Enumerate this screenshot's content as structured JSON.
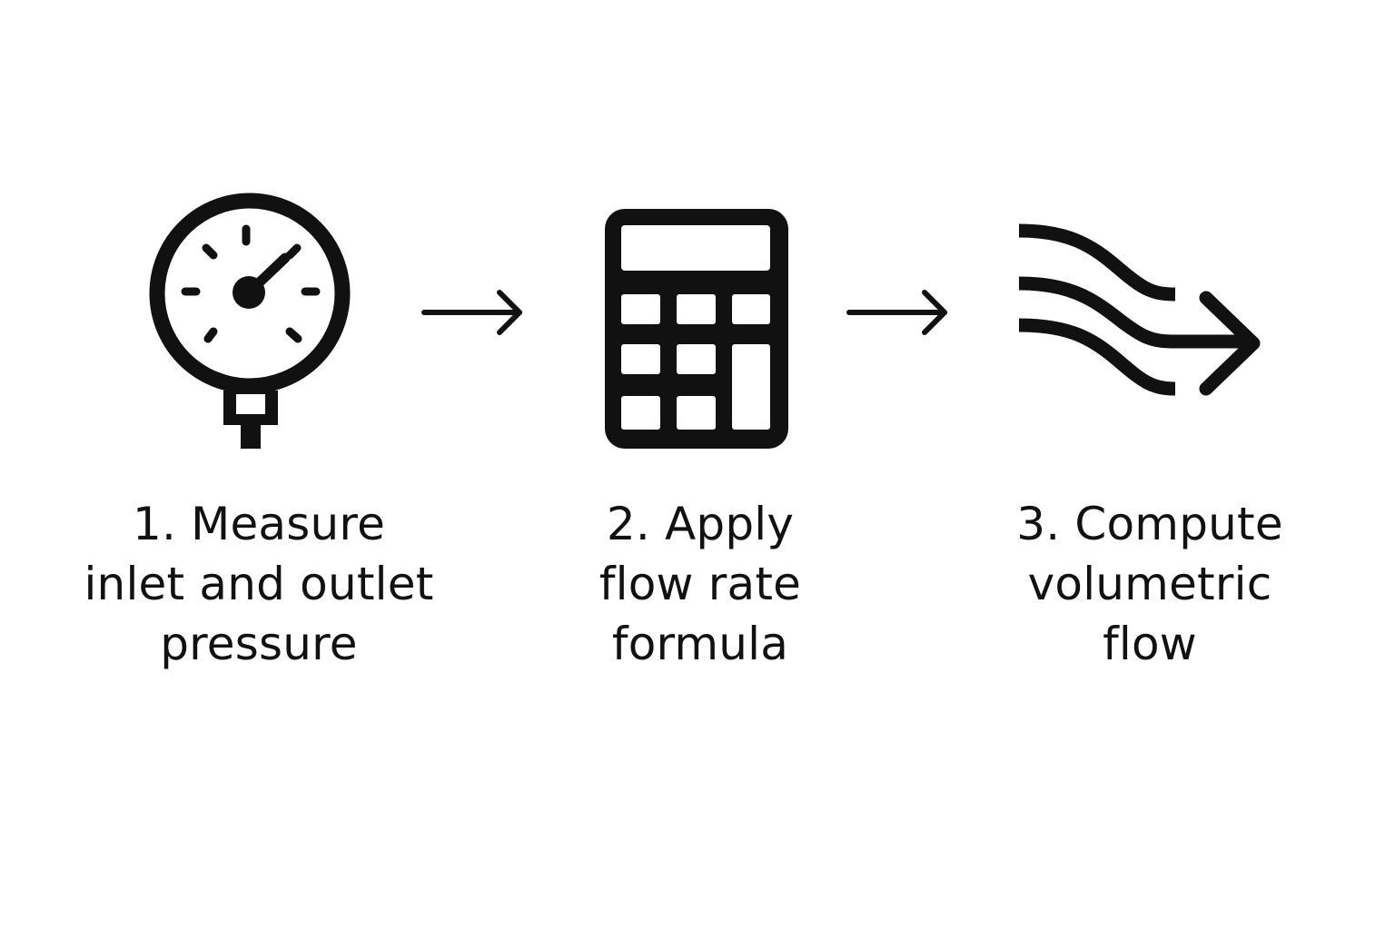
{
  "steps": [
    {
      "icon": "pressure-gauge-icon",
      "lines": [
        "1. Measure",
        "inlet and outlet",
        "pressure"
      ]
    },
    {
      "icon": "calculator-icon",
      "lines": [
        "2. Apply",
        "flow rate",
        "formula"
      ]
    },
    {
      "icon": "flow-waves-icon",
      "lines": [
        "3. Compute",
        "volumetric",
        "flow"
      ]
    }
  ],
  "connector_icon": "right-arrow-icon",
  "colors": {
    "ink": "#111111",
    "background": "#ffffff"
  }
}
